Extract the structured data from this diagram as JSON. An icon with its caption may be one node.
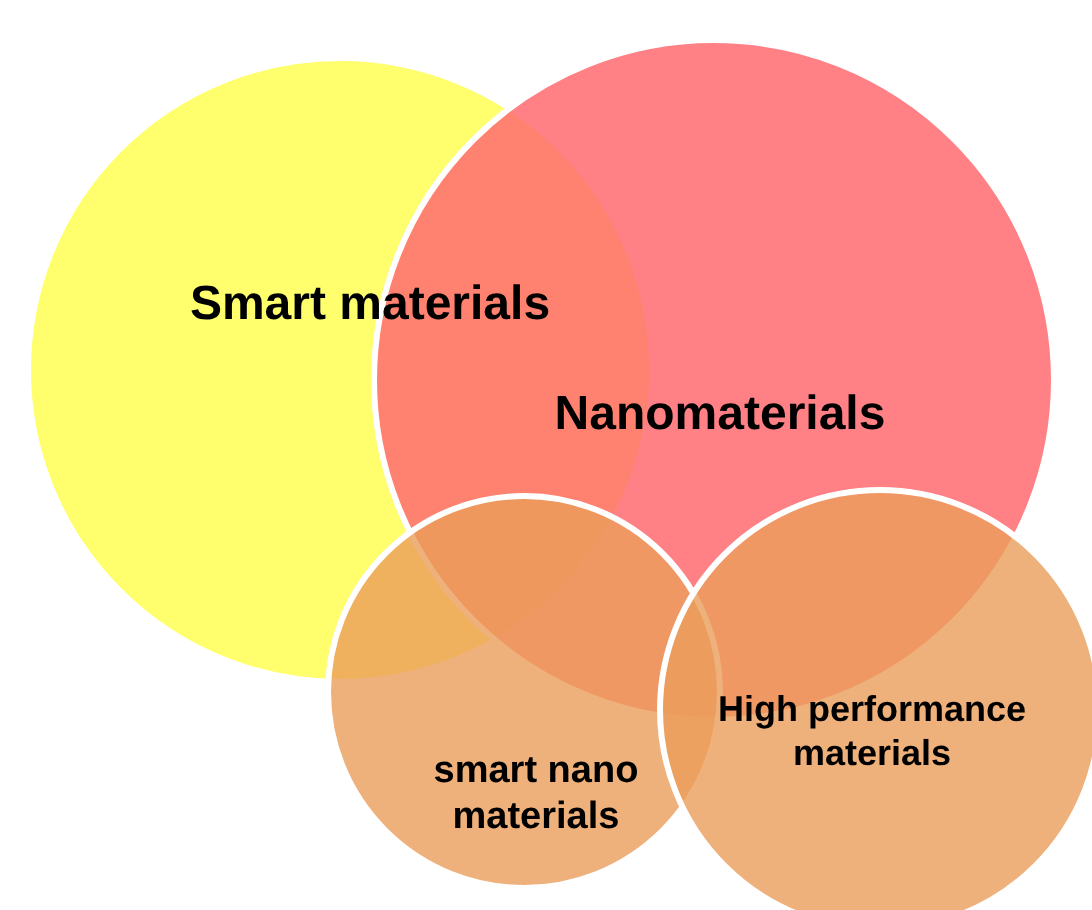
{
  "diagram": {
    "nodes": [
      {
        "text": [
          "Smart materials"
        ]
      },
      {
        "text": [
          "Nanomaterials"
        ]
      },
      {
        "text": [
          "smart nano materials"
        ]
      },
      {
        "text": [
          "High performance materials"
        ]
      }
    ]
  }
}
